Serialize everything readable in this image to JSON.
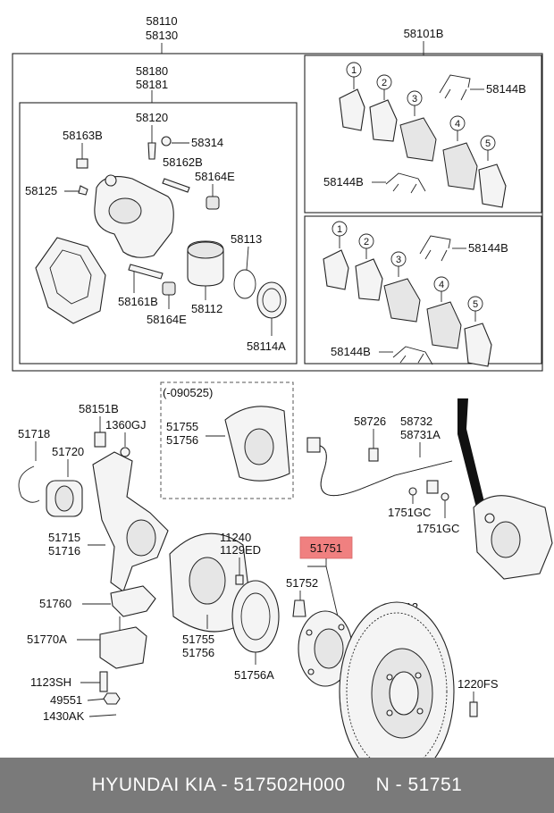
{
  "labels": {
    "l58110": "58110",
    "l58130": "58130",
    "l58101B": "58101B",
    "l58180": "58180",
    "l58181": "58181",
    "l58120": "58120",
    "l58163B": "58163B",
    "l58314": "58314",
    "l58162B": "58162B",
    "l58164E_top": "58164E",
    "l58125": "58125",
    "l58113": "58113",
    "l58161B": "58161B",
    "l58112": "58112",
    "l58164E_bot": "58164E",
    "l58114A": "58114A",
    "pads1_58144B_top": "58144B",
    "pads1_58144B_bot": "58144B",
    "pads2_58144B_top": "58144B",
    "pads2_58144B_bot": "58144B",
    "l090525": "(-090525)",
    "l51755_top": "51755",
    "l51756_top": "51756",
    "l51718": "51718",
    "l58151B": "58151B",
    "l1360GJ": "1360GJ",
    "l51720": "51720",
    "l51715": "51715",
    "l51716": "51716",
    "l51760": "51760",
    "l51770A": "51770A",
    "l1123SH": "1123SH",
    "l49551": "49551",
    "l1430AK": "1430AK",
    "l11240": "11240",
    "l1129ED": "1129ED",
    "l51755_bot": "51755",
    "l51756_bot": "51756",
    "l51756A": "51756A",
    "l51751": "51751",
    "l51752": "51752",
    "l51712": "51712",
    "l1220FS": "1220FS",
    "l58726": "58726",
    "l58732": "58732",
    "l58731A": "58731A",
    "l1751GC_a": "1751GC",
    "l1751GC_b": "1751GC"
  },
  "pad_numbers": [
    "1",
    "2",
    "3",
    "4",
    "5"
  ],
  "highlight_color": "#f08080",
  "footer": {
    "brand": "HYUNDAI  KIA - 517502H000",
    "ref": "N - 51751"
  }
}
